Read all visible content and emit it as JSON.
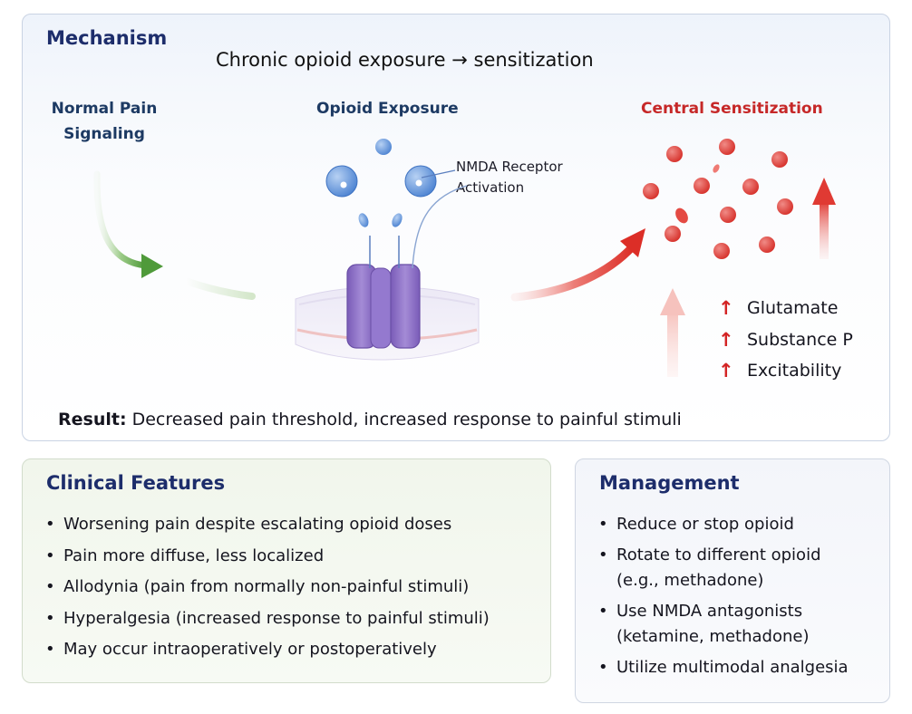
{
  "mechanism": {
    "title": "Mechanism",
    "subtitle": "Chronic opioid exposure → sensitization",
    "stage_normal": "Normal Pain Signaling",
    "stage_normal_line1": "Normal Pain",
    "stage_normal_line2": "Signaling",
    "stage_opioid": "Opioid Exposure",
    "stage_central": "Central Sensitization",
    "receptor_label_line1": "NMDA Receptor",
    "receptor_label_line2": "Activation",
    "effects": [
      {
        "arrow": "↑",
        "label": "Glutamate"
      },
      {
        "arrow": "↑",
        "label": "Substance P"
      },
      {
        "arrow": "↑",
        "label": "Excitability"
      }
    ],
    "result_prefix": "Result:",
    "result_text": "Decreased pain threshold, increased response to painful stimuli"
  },
  "clinical": {
    "title": "Clinical Features",
    "items": [
      "Worsening pain despite escalating opioid doses",
      "Pain more diffuse, less localized",
      "Allodynia (pain from normally non-painful stimuli)",
      "Hyperalgesia (increased response to painful stimuli)",
      "May occur intraoperatively or postoperatively"
    ]
  },
  "management": {
    "title": "Management",
    "items": [
      {
        "line1": "Reduce or stop opioid",
        "line2": ""
      },
      {
        "line1": "Rotate to different opioid",
        "line2": "(e.g., methadone)"
      },
      {
        "line1": "Use NMDA antagonists",
        "line2": "(ketamine, methadone)"
      },
      {
        "line1": "Utilize multimodal analgesia",
        "line2": ""
      }
    ]
  },
  "colors": {
    "title_navy": "#1d2d6b",
    "green_arrow": "#4f9a3a",
    "receptor_purple": "#8a6cc4",
    "molecule_blue": "#5b8fd6",
    "red_accent": "#d32424"
  },
  "icons": [
    "green-curved-arrow",
    "red-curved-arrow",
    "red-up-arrow",
    "nmda-receptor-channel",
    "opioid-molecule",
    "excitatory-particle"
  ]
}
